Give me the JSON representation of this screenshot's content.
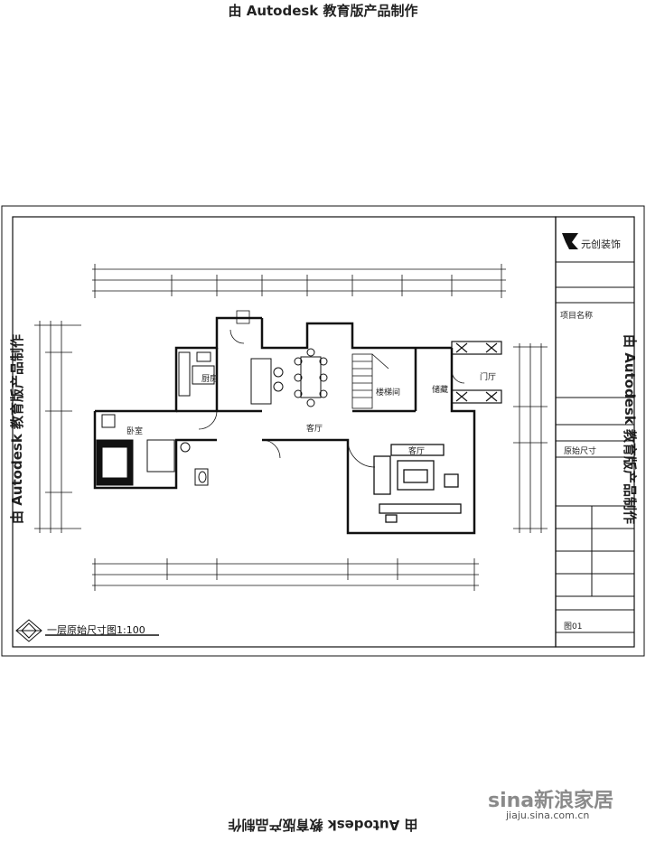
{
  "watermark": "由 Autodesk 教育版产品制作",
  "drawing": {
    "title": "一层原始尺寸图1:100",
    "rooms": {
      "stair_room": "楼梯间",
      "living_room": "客厅",
      "bedroom": "卧室",
      "kitchen": "厨房",
      "hall": "客厅",
      "entry": "门厅",
      "storage": "储藏"
    }
  },
  "title_block": {
    "company": "元创装饰",
    "project_label": "项目名称",
    "sheet_name": "原始尺寸",
    "sheet_no": "图01"
  },
  "site": {
    "logo": "sina新浪家居",
    "url": "jiaju.sina.com.cn"
  },
  "colors": {
    "line": "#111111",
    "furniture_dark": "#111111",
    "sina_red": "#c0302a"
  }
}
